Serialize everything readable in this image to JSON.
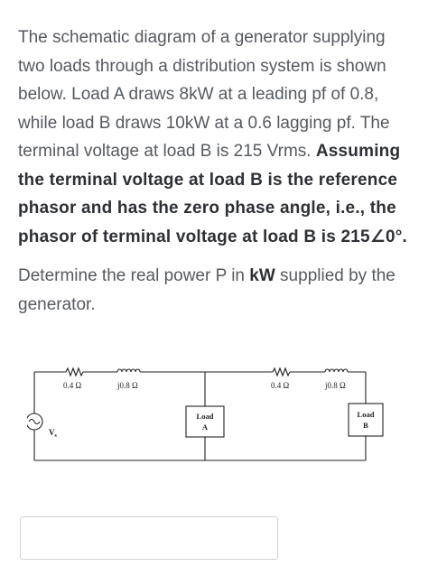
{
  "question": {
    "intro": "The schematic diagram of a generator supplying two loads through a distribution system is shown below. Load A draws 8kW at a leading pf of 0.8, while load B draws 10kW at a 0.6 lagging pf. The terminal voltage at load B is 215 Vrms.",
    "emphasis": "Assuming the terminal voltage at load B is the reference phasor and has the zero phase angle, i.e., the phasor of terminal voltage at load B is 215∠0°.",
    "prompt_prefix": "Determine the real power P in ",
    "prompt_unit": "kW",
    "prompt_suffix": " supplied by the generator."
  },
  "circuit": {
    "r1": "0.4 Ω",
    "x1": "j0.8 Ω",
    "r2": "0.4 Ω",
    "x2": "j0.8 Ω",
    "source_label": "V",
    "source_subscript": "s",
    "load_a_line1": "Load",
    "load_a_line2": "A",
    "load_b_line1": "Load",
    "load_b_line2": "B"
  },
  "answer": {
    "value": ""
  }
}
